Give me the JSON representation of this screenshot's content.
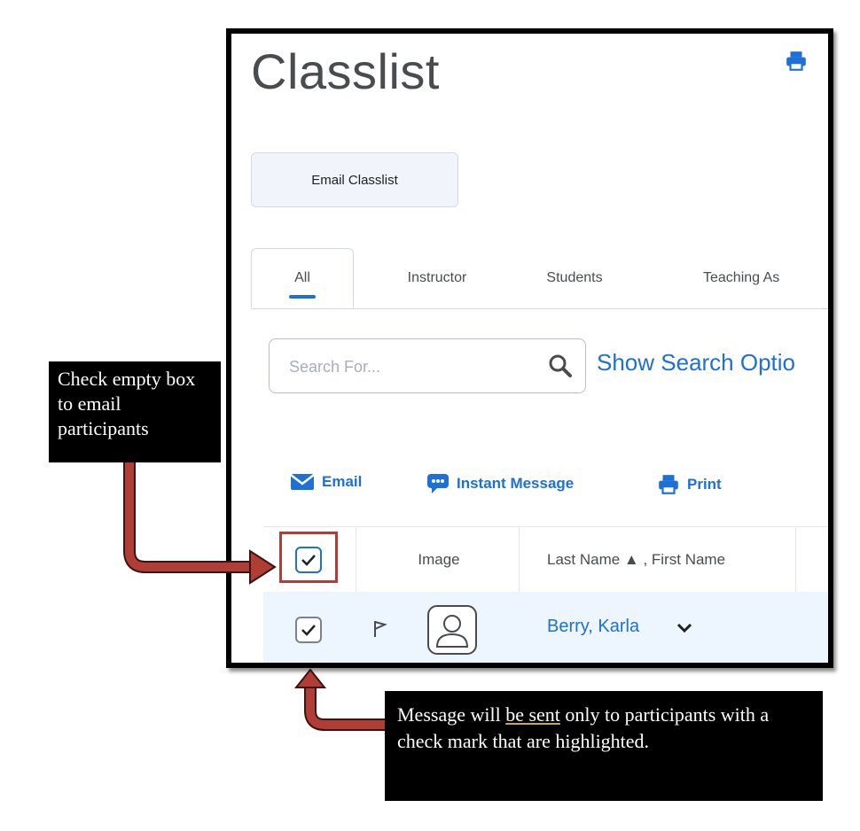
{
  "page": {
    "title": "Classlist",
    "email_classlist_label": "Email Classlist",
    "tabs": [
      {
        "label": "All",
        "active": true
      },
      {
        "label": "Instructor",
        "active": false
      },
      {
        "label": "Students",
        "active": false
      },
      {
        "label": "Teaching As",
        "active": false
      }
    ],
    "search": {
      "placeholder": "Search For...",
      "show_options_label": "Show Search Optio"
    },
    "toolbar": {
      "email_label": "Email",
      "instant_message_label": "Instant Message",
      "print_label": "Print"
    },
    "grid": {
      "header": {
        "select_all_checked": true,
        "image_label": "Image",
        "name_label": "Last Name ▲ , First Name"
      },
      "rows": [
        {
          "checked": true,
          "name": "Berry, Karla"
        }
      ]
    }
  },
  "callouts": {
    "left": "Check empty box to email participants",
    "bottom_part1": "Message will ",
    "bottom_part2": "be sent",
    "bottom_part3": " only to participants with a check mark that are highlighted."
  },
  "colors": {
    "accent": "#1e6fd6",
    "callout_bg": "#000000",
    "arrow": "#b03d36",
    "row_highlight": "#edf5fe"
  },
  "icons": [
    "printer-icon",
    "search-icon",
    "email-icon",
    "chat-icon",
    "flag-icon",
    "user-avatar-icon",
    "chevron-down-icon",
    "checkmark-icon"
  ]
}
